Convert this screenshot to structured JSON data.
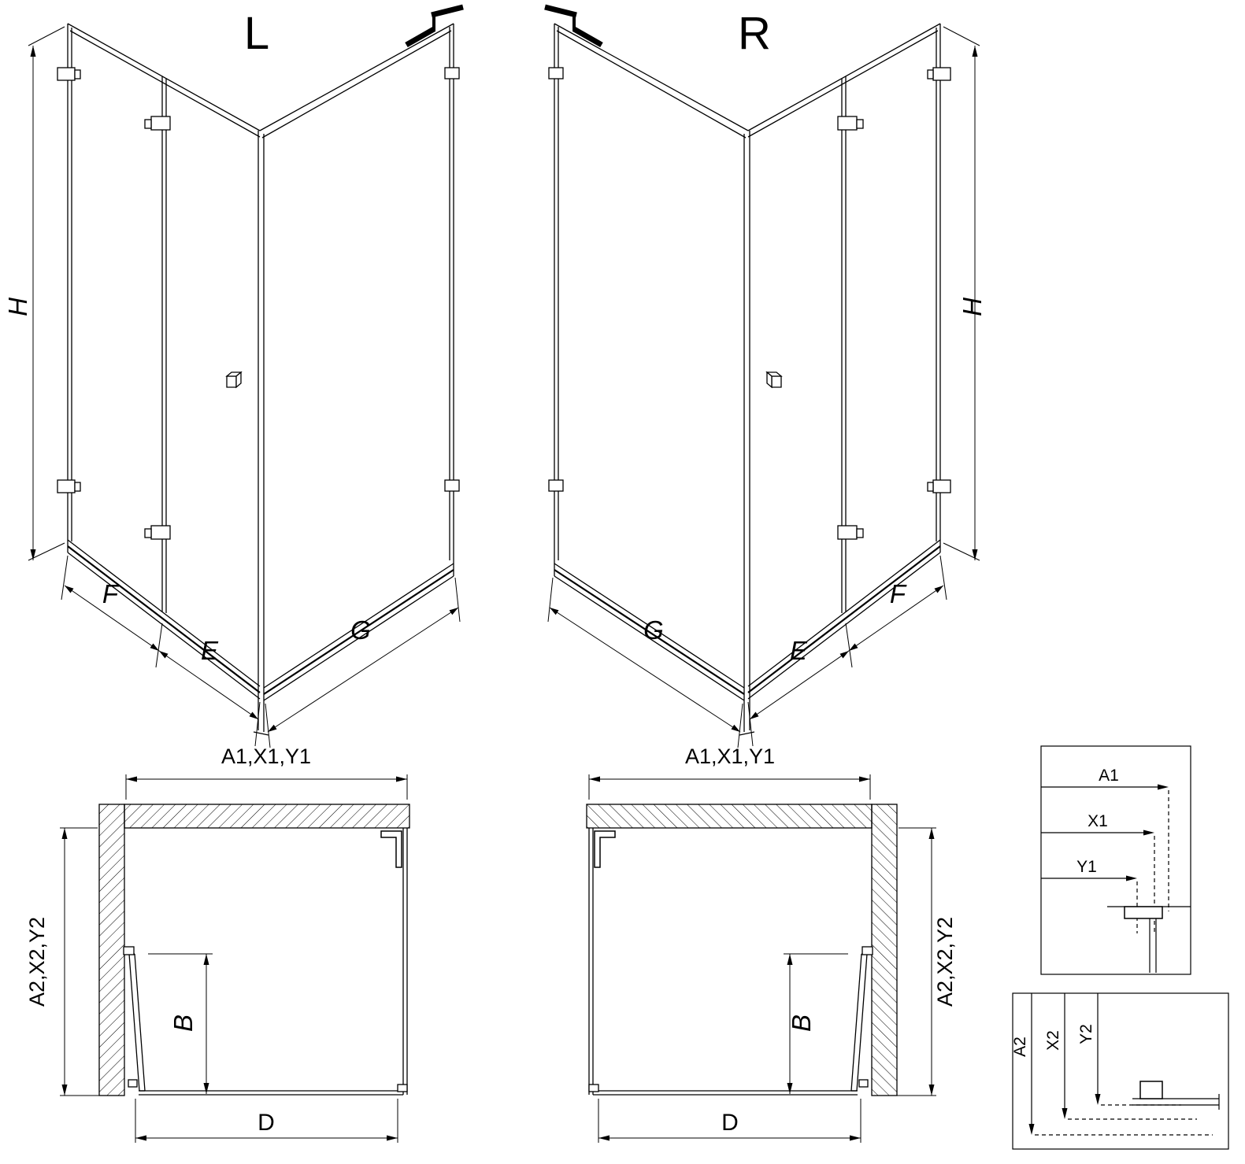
{
  "drawing": {
    "iso_left": {
      "label": "L",
      "dim_height": "H",
      "dim_front": "F",
      "dim_door": "E",
      "dim_side": "G"
    },
    "iso_right": {
      "label": "R",
      "dim_height": "H",
      "dim_front": "F",
      "dim_door": "E",
      "dim_side": "G"
    },
    "plan_left": {
      "dim_top": "A1,X1,Y1",
      "dim_side": "A2,X2,Y2",
      "dim_door": "B",
      "dim_width": "D"
    },
    "plan_right": {
      "dim_top": "A1,X1,Y1",
      "dim_side": "A2,X2,Y2",
      "dim_door": "B",
      "dim_width": "D"
    },
    "detail_top": {
      "dim1": "A1",
      "dim2": "X1",
      "dim3": "Y1"
    },
    "detail_bottom": {
      "dim1": "A2",
      "dim2": "X2",
      "dim3": "Y2"
    },
    "colors": {
      "line": "#000000",
      "background": "#ffffff"
    }
  }
}
